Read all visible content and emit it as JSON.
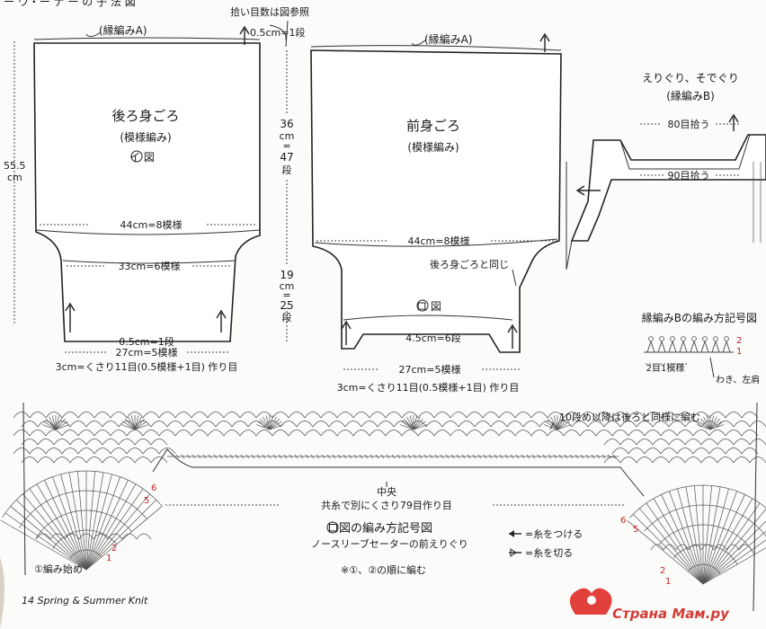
{
  "top_header": {
    "fragment": "ー ウ・ー ナ ー の 子 法 図",
    "note_pick_up": "拾い目数は図参照",
    "scale_row": "0.5cm=1段"
  },
  "back_piece": {
    "edge": "(縁編みA)",
    "title": "後ろ身ごろ",
    "stitch": "(模様編み)",
    "ref": "イ 図",
    "width_upper": "44cm=8模様",
    "width_mid": "33cm=6模様",
    "hem_row": "0.5cm=1段",
    "width_lower": "27cm=5模様",
    "cast_on": "3cm=くさり11目(0.5模様+1目) 作り目",
    "height_total_cm": "55.5",
    "height_total_unit": "cm"
  },
  "center_dims": {
    "upper_value": "36",
    "upper_unit": "cm",
    "upper_eq": "=",
    "upper_rows": "47",
    "upper_rows_unit": "段",
    "lower_value": "19",
    "lower_unit": "cm",
    "lower_eq": "=",
    "lower_rows": "25",
    "lower_rows_unit": "段"
  },
  "front_piece": {
    "edge": "(縁編みA)",
    "title": "前身ごろ",
    "stitch": "(模様編み)",
    "width_upper": "44cm=8模様",
    "same_as_back": "後ろ身ごろと同じ",
    "ref": "ロ 図",
    "slit": "4.5cm=6段",
    "width_lower": "27cm=5模様",
    "cast_on": "3cm=くさり11目(0.5模様+1目) 作り目"
  },
  "collar": {
    "title_1": "えりぐり、そでぐり",
    "title_2": "(縁編みB)",
    "inner": "80目拾う",
    "outer": "90目拾う"
  },
  "edge_b_chart": {
    "title": "縁編みBの編み方記号図",
    "repeat": "2目1模様",
    "row_2": "2",
    "row_1": "1",
    "side_note": "わき、左肩"
  },
  "lace_chart": {
    "note_row10": "10段め以降は後ろと同様に編む",
    "center": "中央",
    "chain_note": "共糸で別にくさり79目作り目",
    "title": "ロ図の編み方記号図",
    "subtitle": "ノースリーブセーターの前えりぐり",
    "order_note": "※①、②の順に編む",
    "start": "①編み始め",
    "legend_attach": "=糸をつける",
    "legend_cut": "=糸を切る",
    "mark_6_left": "6",
    "mark_5_left": "5",
    "mark_6_right": "6",
    "mark_5_right": "5",
    "mark_2_left": "2",
    "mark_1_left": "1",
    "mark_2_right": "2",
    "mark_1_right": "1"
  },
  "footer": {
    "book": "14 Spring & Summer Knit",
    "watermark": "Страна Мам.ру"
  }
}
